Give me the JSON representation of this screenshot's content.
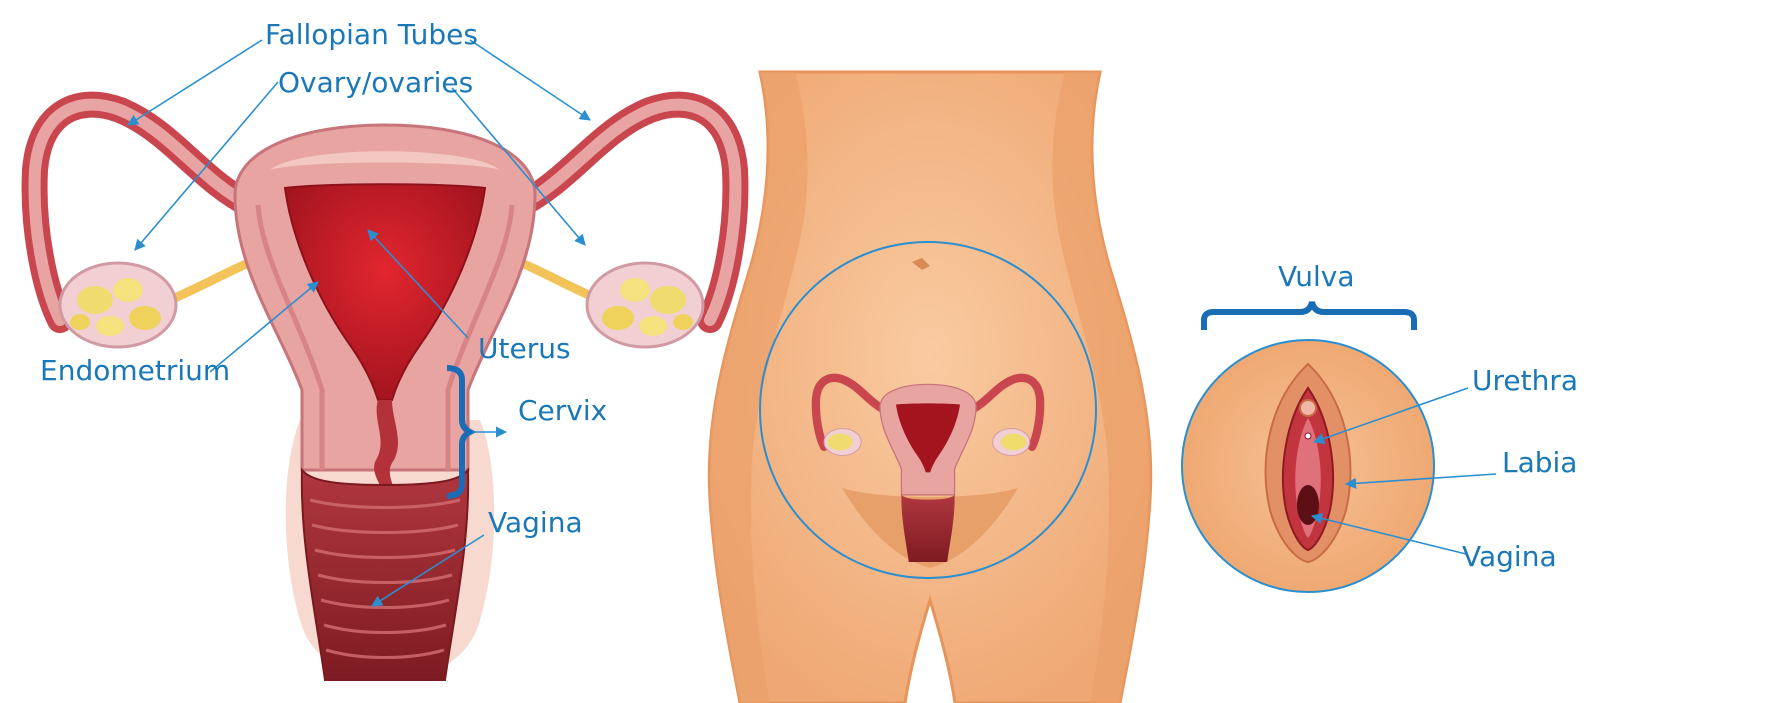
{
  "labels": {
    "fallopian_tubes": "Fallopian Tubes",
    "ovaries": "Ovary/ovaries",
    "endometrium": "Endometrium",
    "uterus": "Uterus",
    "cervix": "Cervix",
    "vagina_left": "Vagina",
    "vulva": "Vulva",
    "urethra": "Urethra",
    "labia": "Labia",
    "vagina_right": "Vagina"
  },
  "colors": {
    "label_text": "#1b78b8",
    "pointer_line": "#2a8fd0",
    "skin": "#f2b382",
    "skin_light": "#f8c89b",
    "tissue": "#e8a4a0",
    "tissue_dark": "#c04654",
    "uterus_cavity": "#c11a27",
    "ovary": "#f0e08a",
    "ovary_shell": "#f1cfd3"
  }
}
